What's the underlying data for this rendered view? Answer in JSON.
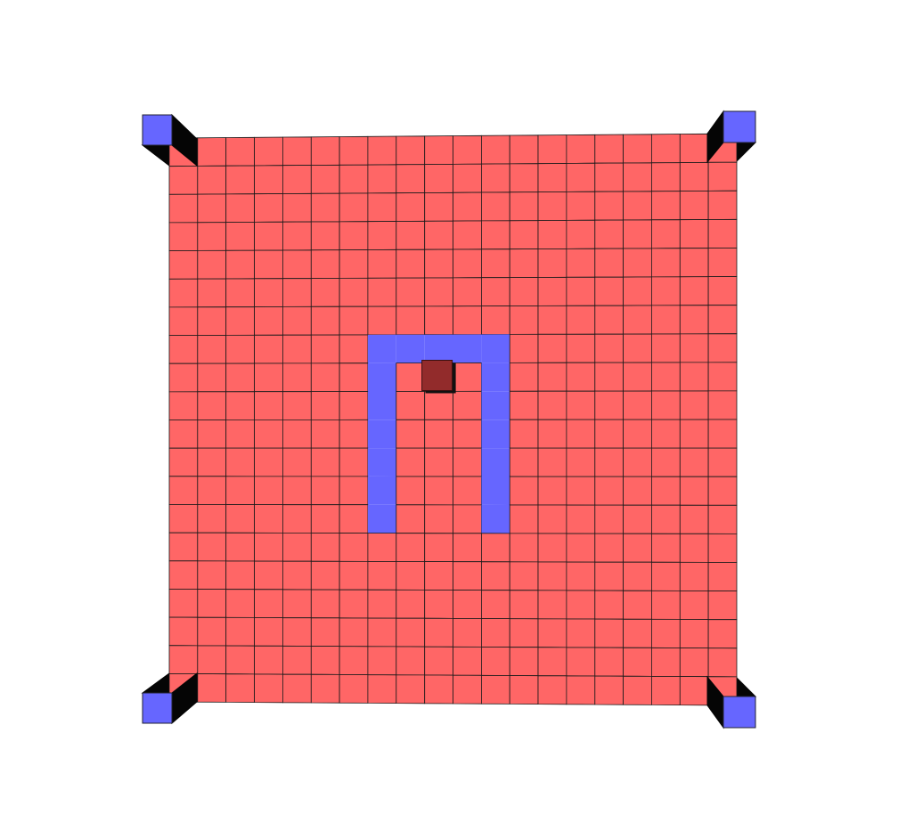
{
  "board": {
    "rows": 20,
    "cols": 20,
    "colors": {
      "floor": "#ff6666",
      "path": "#6666ff",
      "grid_line": "#1a1a1a",
      "agent": "#922b2b",
      "agent_shadow": "#111111",
      "pillar_top": "#6666ff",
      "pillar_side": "#050505",
      "background": "#ffffff"
    },
    "path_cells": [
      [
        7,
        7
      ],
      [
        7,
        8
      ],
      [
        7,
        9
      ],
      [
        7,
        10
      ],
      [
        7,
        11
      ],
      [
        8,
        7
      ],
      [
        9,
        7
      ],
      [
        10,
        7
      ],
      [
        11,
        7
      ],
      [
        12,
        7
      ],
      [
        13,
        7
      ],
      [
        8,
        11
      ],
      [
        9,
        11
      ],
      [
        10,
        11
      ],
      [
        11,
        11
      ],
      [
        12,
        11
      ],
      [
        13,
        11
      ]
    ],
    "agent": {
      "row": 8,
      "col": 9
    },
    "corner_pillars": [
      "top-left",
      "top-right",
      "bottom-left",
      "bottom-right"
    ]
  }
}
